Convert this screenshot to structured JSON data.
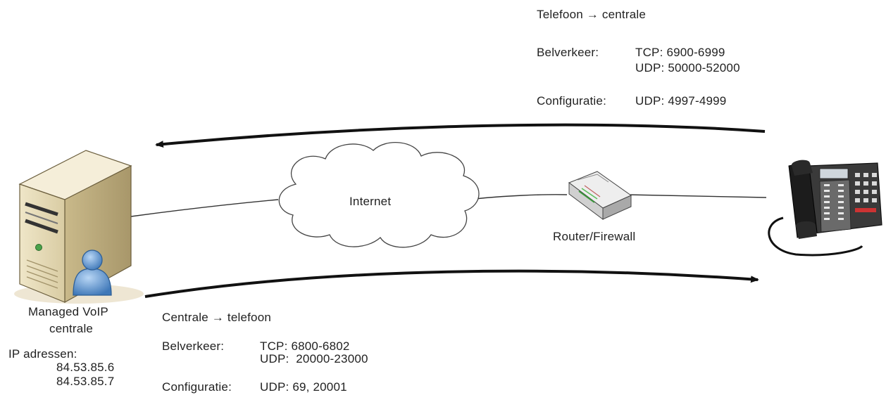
{
  "server": {
    "label_line1": "Managed VoIP",
    "label_line2": "centrale",
    "ip_heading": "IP adressen:",
    "ip_addresses": [
      "84.53.85.6",
      "84.53.85.7"
    ]
  },
  "network": {
    "cloud_label": "Internet",
    "router_label": "Router/Firewall"
  },
  "phone_to_server": {
    "title": "Telefoon → centrale",
    "call_label": "Belverkeer:",
    "call_ports": [
      "TCP: 6900-6999",
      "UDP: 50000-52000"
    ],
    "config_label": "Configuratie:",
    "config_ports": "UDP: 4997-4999"
  },
  "server_to_phone": {
    "title": "Centrale → telefoon",
    "call_label": "Belverkeer:",
    "call_ports": [
      "TCP: 6800-6802",
      "UDP:  20000-23000"
    ],
    "config_label": "Configuratie:",
    "config_ports": "UDP: 69, 20001"
  }
}
